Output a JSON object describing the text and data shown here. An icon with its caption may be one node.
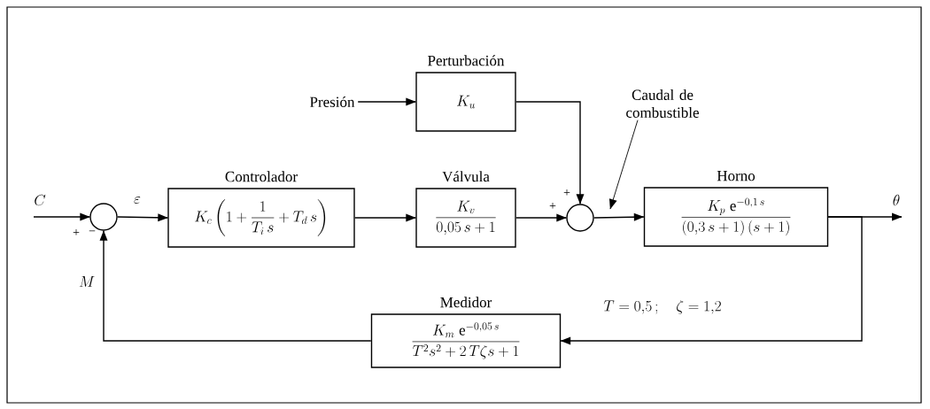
{
  "diagram": {
    "nodes": [
      {
        "text": [],
        "shape": "circle"
      },
      {
        "text": [
          "Controlador",
          "K_c\\left(1+\\dfrac{1}{T_i\\,s}+T_d\\,s\\right)"
        ]
      },
      {
        "text": [
          "Válvula",
          "\\dfrac{K_v}{0{,}05\\,s+1}"
        ]
      },
      {
        "text": [
          "Presión"
        ]
      },
      {
        "text": [
          "Perturbación",
          "K_u"
        ]
      },
      {
        "text": [],
        "shape": "circle"
      },
      {
        "text": [
          "Caudal de combustible"
        ]
      },
      {
        "text": [
          "Horno",
          "\\dfrac{K_p\\;\\mathrm{e}^{-0{,}1\\,s}}{(0{,}3\\,s+1)\\,(s+1)}"
        ]
      },
      {
        "text": [
          "Medidor",
          "\\dfrac{K_m\\;\\mathrm{e}^{-0{,}05\\,s}}{T^2s^2+2\\,T\\zeta s+1}"
        ]
      }
    ],
    "edges": [
      {
        "from": null,
        "to": 0,
        "arrow": "to",
        "label": "C"
      },
      {
        "from": 0,
        "to": 1,
        "arrow": "to",
        "label": "\\varepsilon"
      },
      {
        "from": 1,
        "to": 2,
        "arrow": "to"
      },
      {
        "from": 2,
        "to": 5,
        "arrow": "to"
      },
      {
        "from": 3,
        "to": 4,
        "arrow": "to"
      },
      {
        "from": 4,
        "to": 5,
        "arrow": "to"
      },
      {
        "from": 5,
        "to": 7,
        "arrow": "to"
      },
      {
        "from": 7,
        "to": null,
        "arrow": "to",
        "label": "\\theta"
      },
      {
        "from": 7,
        "to": 8,
        "arrow": "to"
      },
      {
        "from": 8,
        "to": 0,
        "arrow": "to",
        "label": "M"
      },
      {
        "from": 6,
        "to": null,
        "arrow": "to"
      }
    ],
    "labels": [
      "+",
      "−",
      "+",
      "+",
      "T=0{,}5\\,;\\quad \\zeta=1{,}2"
    ]
  }
}
